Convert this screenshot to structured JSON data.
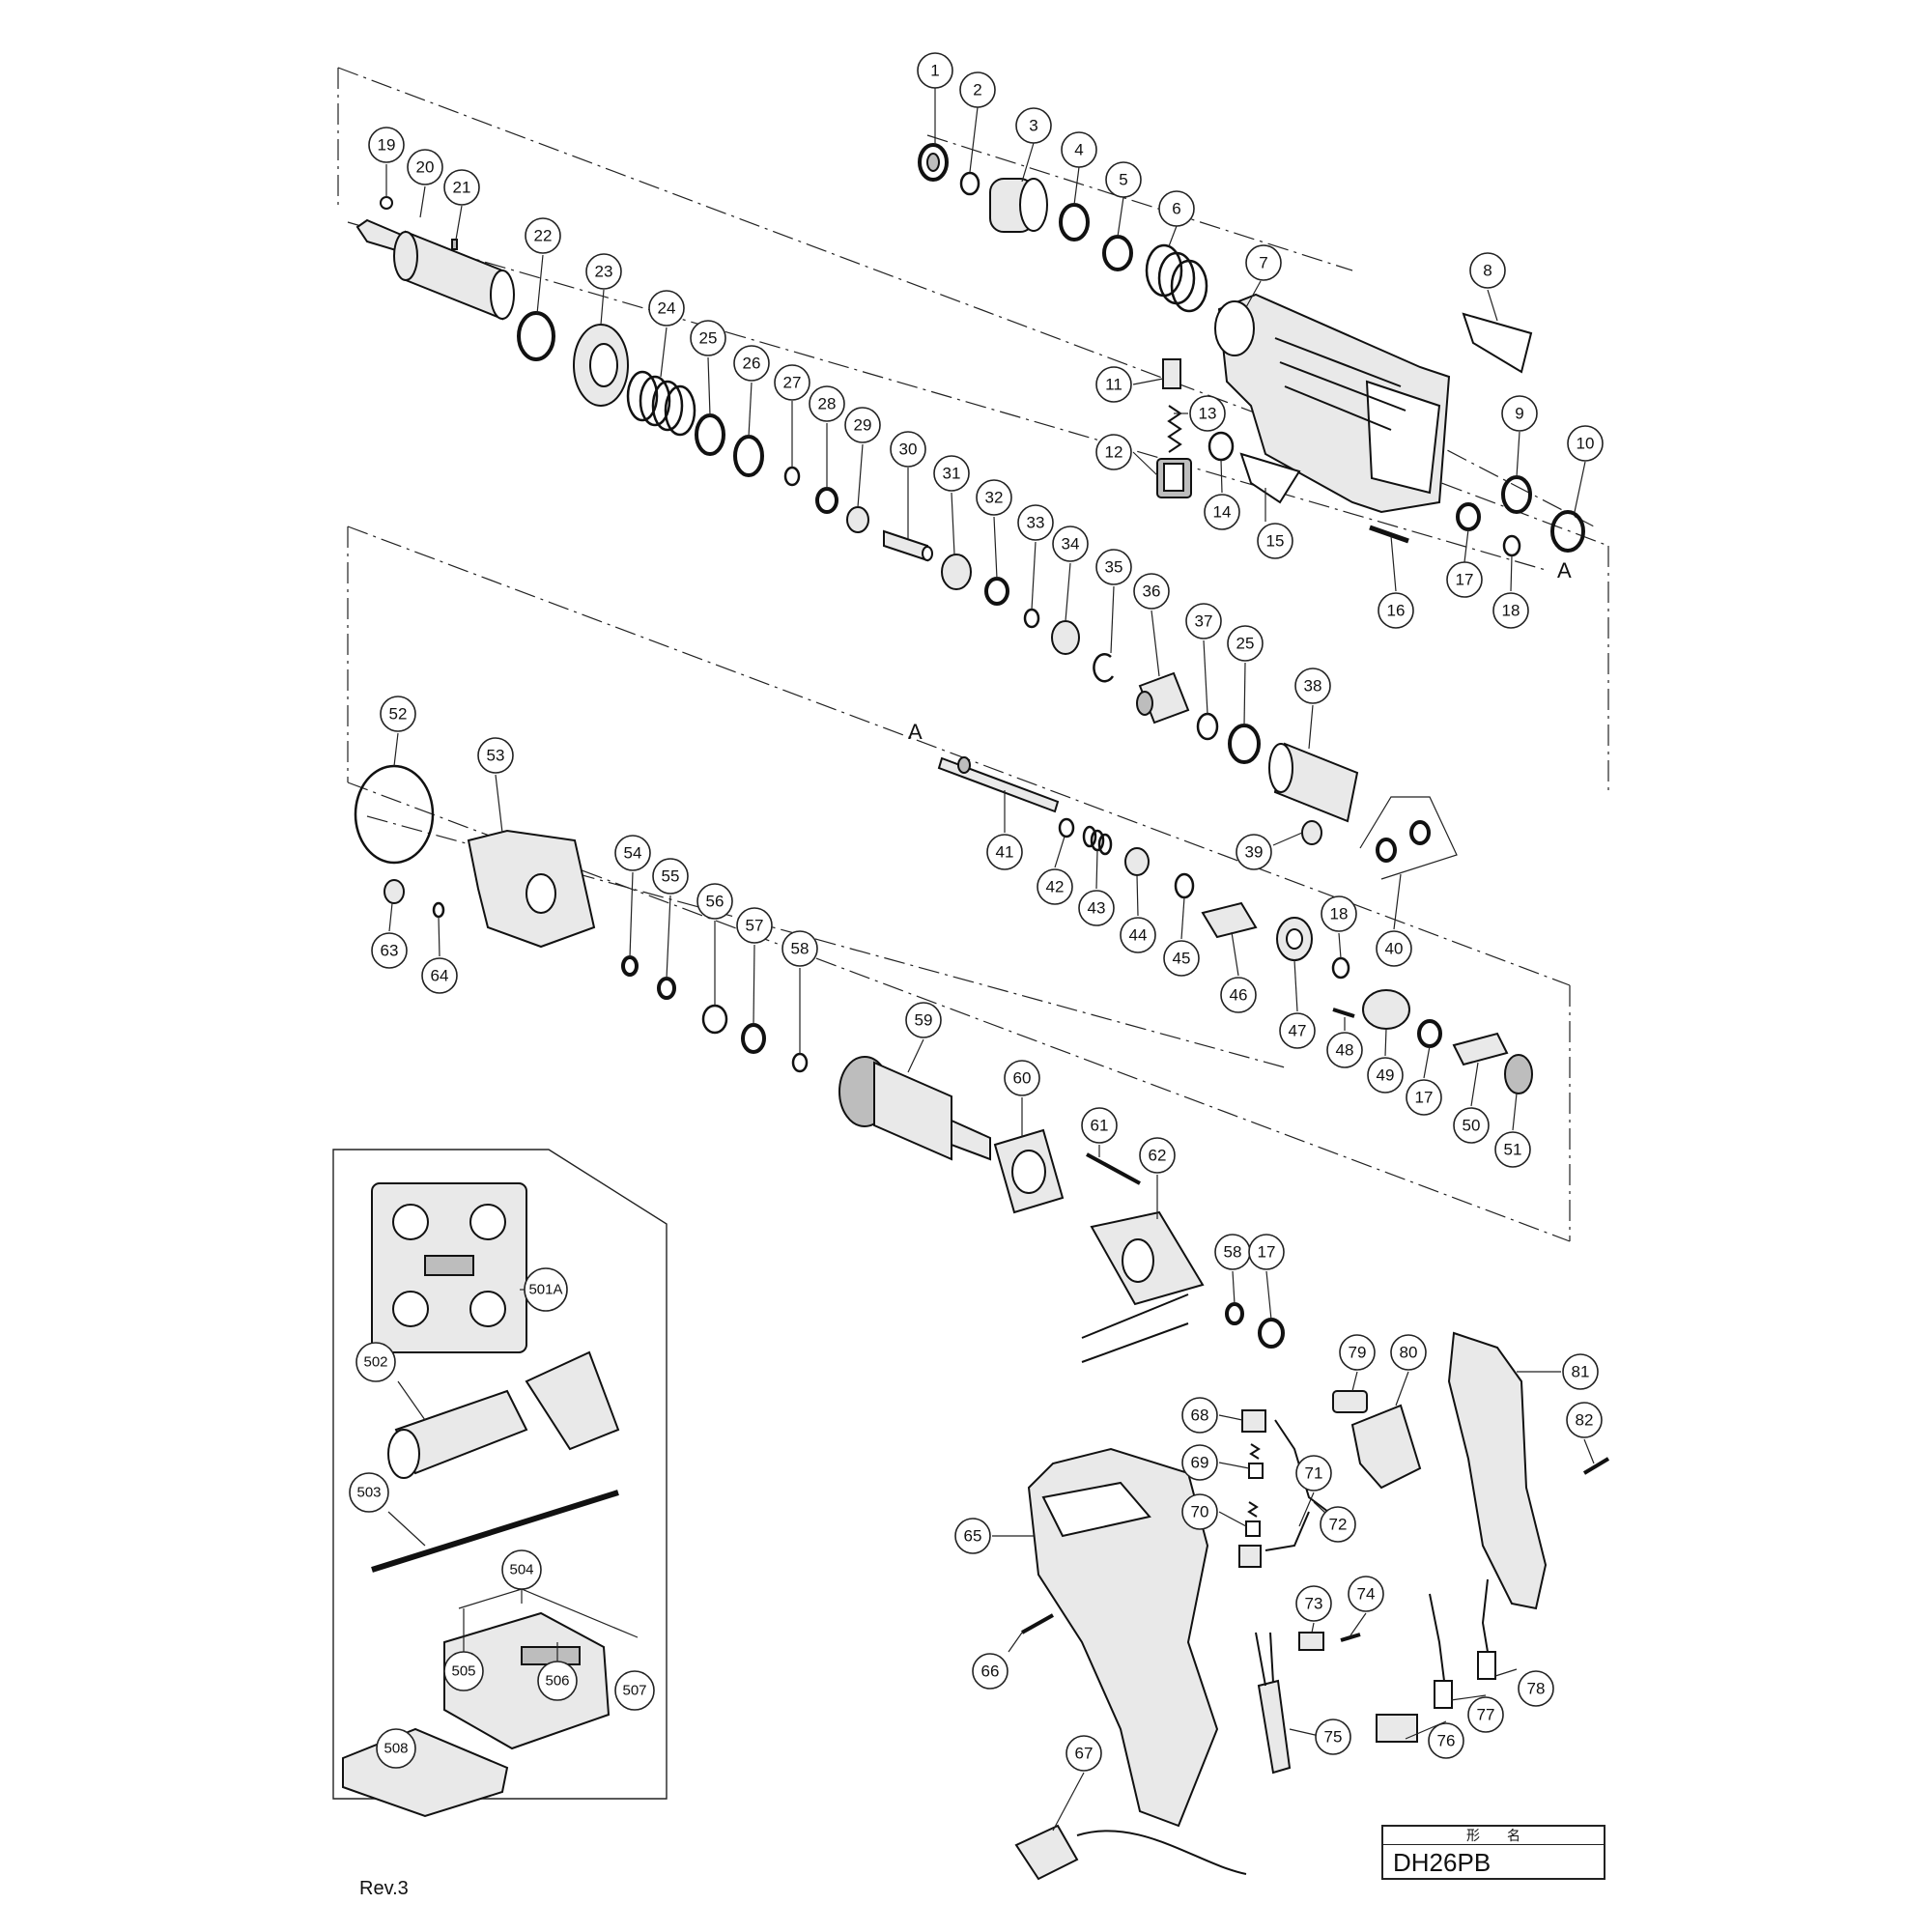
{
  "document": {
    "revision": "Rev.3",
    "title_block_header": "形　　名",
    "model": "DH26PB",
    "section_letter": "A"
  },
  "callouts": [
    "1",
    "2",
    "3",
    "4",
    "5",
    "6",
    "7",
    "8",
    "9",
    "10",
    "11",
    "12",
    "13",
    "14",
    "15",
    "16",
    "17",
    "18",
    "19",
    "20",
    "21",
    "22",
    "23",
    "24",
    "25",
    "26",
    "27",
    "28",
    "29",
    "30",
    "31",
    "32",
    "33",
    "34",
    "35",
    "36",
    "37",
    "25",
    "38",
    "39",
    "40",
    "41",
    "42",
    "43",
    "44",
    "45",
    "46",
    "47",
    "18",
    "48",
    "49",
    "17",
    "50",
    "51",
    "52",
    "53",
    "54",
    "55",
    "56",
    "57",
    "58",
    "59",
    "60",
    "61",
    "62",
    "58",
    "17",
    "63",
    "64",
    "501A",
    "502",
    "503",
    "504",
    "505",
    "506",
    "507",
    "508",
    "65",
    "66",
    "67",
    "68",
    "69",
    "70",
    "71",
    "72",
    "73",
    "74",
    "75",
    "76",
    "77",
    "78",
    "79",
    "80",
    "81",
    "82"
  ]
}
